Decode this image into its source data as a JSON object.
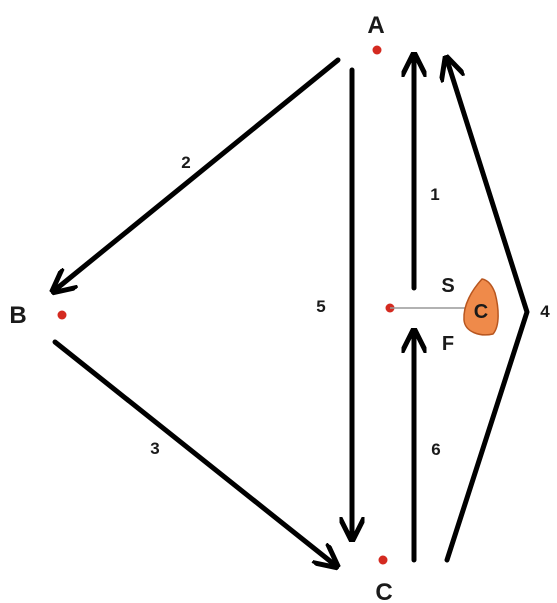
{
  "points": {
    "a_label": "A",
    "b_label": "B",
    "c_label": "C"
  },
  "edges": {
    "e1": "1",
    "e2": "2",
    "e3": "3",
    "e4": "4",
    "e5": "5",
    "e6": "6"
  },
  "markers": {
    "s_label": "S",
    "f_label": "F",
    "c_badge": "C"
  },
  "colors": {
    "dot": "#d42a20",
    "badge_fill": "#ef8a4a",
    "badge_stroke": "#b8561f"
  }
}
